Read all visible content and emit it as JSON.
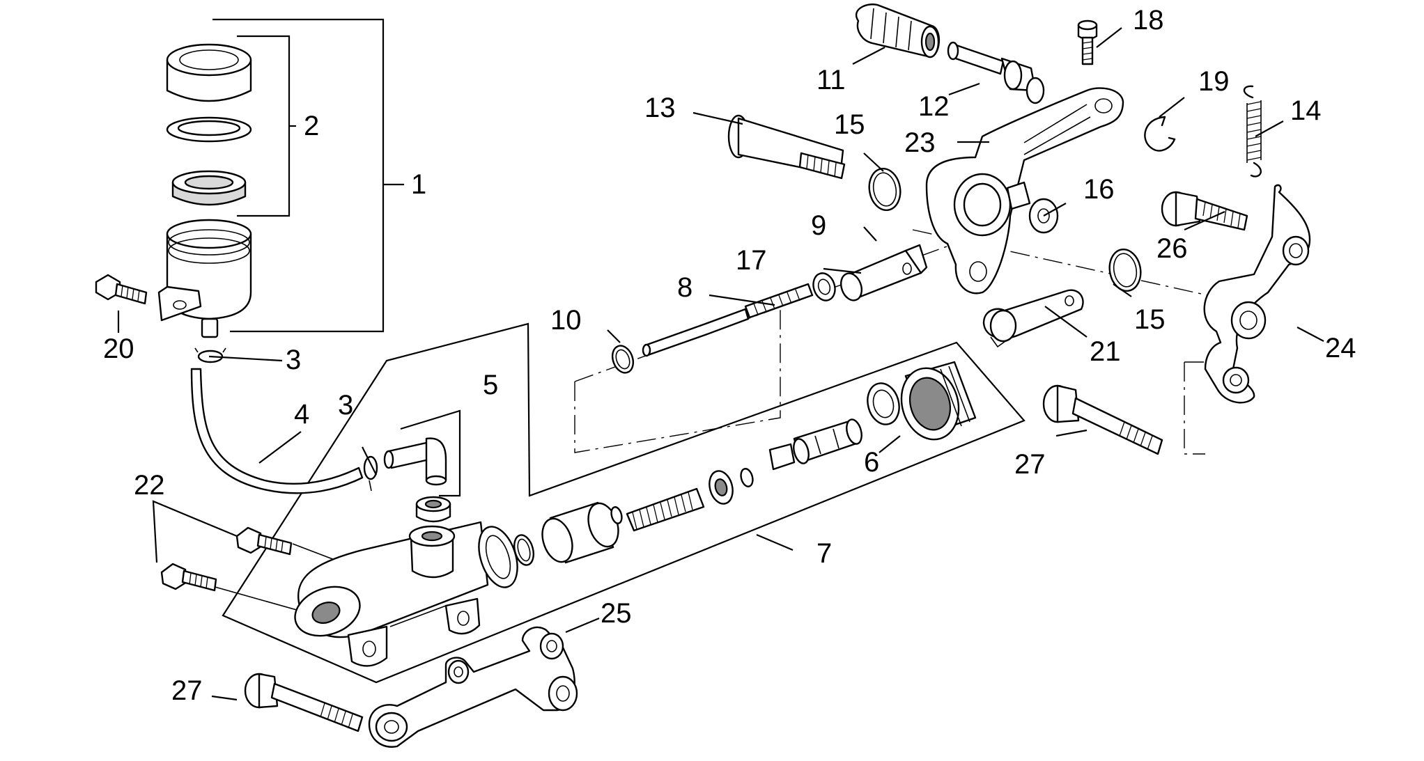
{
  "callouts": [
    "1",
    "2",
    "3",
    "3",
    "4",
    "5",
    "6",
    "7",
    "8",
    "9",
    "10",
    "11",
    "12",
    "13",
    "14",
    "15",
    "15",
    "16",
    "17",
    "18",
    "19",
    "20",
    "21",
    "22",
    "23",
    "24",
    "25",
    "26",
    "27",
    "27"
  ]
}
